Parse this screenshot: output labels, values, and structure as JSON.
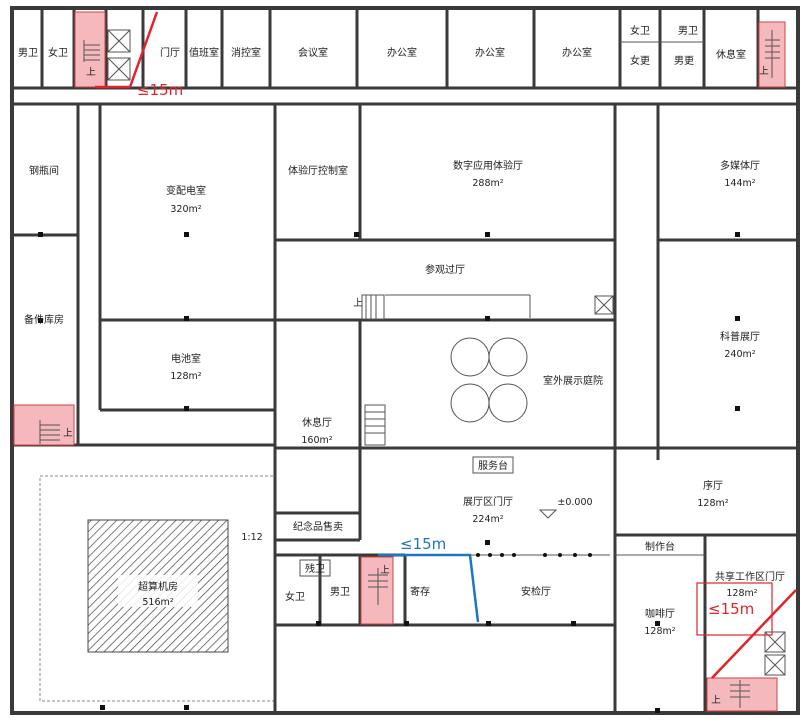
{
  "rooms": {
    "male_wc_top": "男卫",
    "female_wc_top": "女卫",
    "door_hall": "门厅",
    "duty_room": "值班室",
    "fire_control": "消控室",
    "meeting": "会议室",
    "office1": "办公室",
    "office2": "办公室",
    "office3": "办公室",
    "female_wc_tr": "女卫",
    "male_wc_tr": "男卫",
    "female_change": "女更",
    "male_change": "男更",
    "lounge_tr": "休息室",
    "cylinder_room": "钢瓶间",
    "substation": "变配电室",
    "substation_area": "320m²",
    "exp_control": "体验厅控制室",
    "digital_hall": "数字应用体验厅",
    "digital_area": "288m²",
    "media_hall": "多媒体厅",
    "media_area": "144m²",
    "visit_hall": "参观过厅",
    "spare_store": "备件库房",
    "battery_room": "电池室",
    "battery_area": "128m²",
    "courtyard": "室外展示庭院",
    "science_hall": "科普展厅",
    "science_area": "240m²",
    "rest_hall": "休息厅",
    "rest_area": "160m²",
    "service_desk": "服务台",
    "exhibit_lobby": "展厅区门厅",
    "exhibit_area": "224m²",
    "elevation": "±0.000",
    "prelude_hall": "序厅",
    "prelude_area": "128m²",
    "souvenir": "纪念品售卖",
    "ramp": "1:12",
    "server_room": "超算机房",
    "server_area": "516m²",
    "accessible_wc": "残卫",
    "female_wc_b": "女卫",
    "male_wc_b": "男卫",
    "storage": "寄存",
    "security": "安检厅",
    "bar": "制作台",
    "coffee": "咖啡厅",
    "coffee_area": "128m²",
    "shared_lobby": "共享工作区门厅",
    "shared_area": "128m²",
    "up_mark": "上"
  },
  "annotations": {
    "top_red": "≤15m",
    "blue": "≤15m",
    "right_red": "≤15m"
  },
  "colors": {
    "stair_fill": "#f4b8bd",
    "red": "#e0242a",
    "blue": "#1f74c4",
    "wall": "#3a3a3a"
  }
}
